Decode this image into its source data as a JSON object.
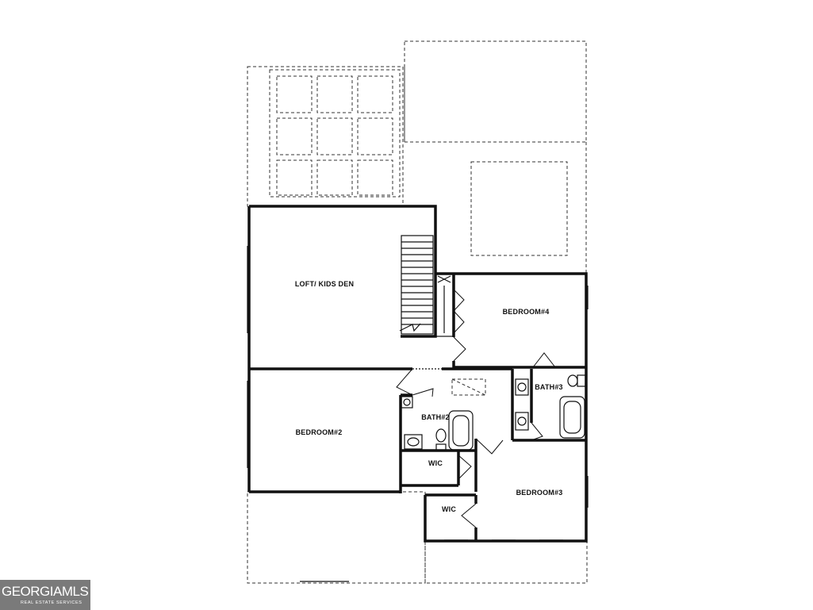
{
  "rooms": {
    "loft": "LOFT/ KIDS DEN",
    "bedroom4": "BEDROOM#4",
    "bath3": "BATH#3",
    "bath2": "BATH#2",
    "bedroom2": "BEDROOM#2",
    "wic_bath2": "WIC",
    "bedroom3": "BEDROOM#3",
    "wic_bed3": "WIC"
  },
  "logo": {
    "brand": "GEORGIAMLS",
    "sub": "REAL ESTATE SERVICES"
  }
}
